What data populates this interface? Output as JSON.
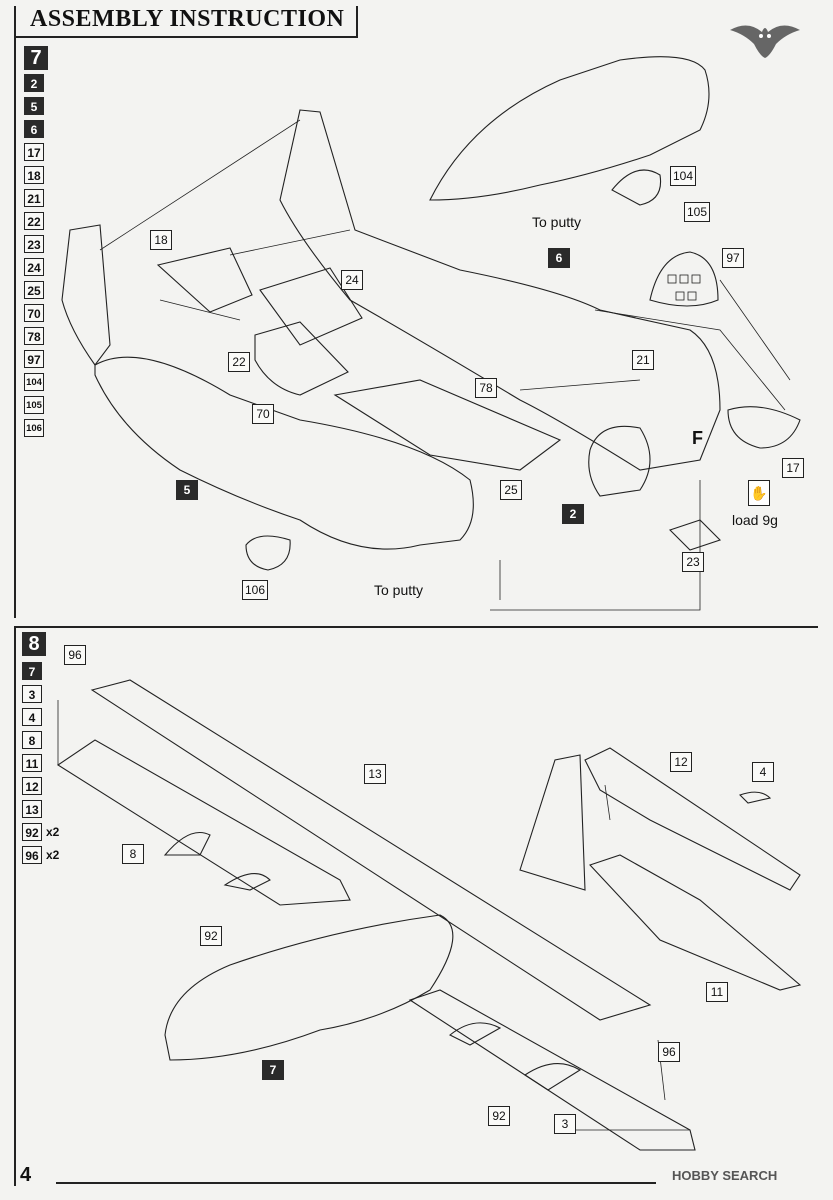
{
  "header": {
    "title": "ASSEMBLY INSTRUCTION"
  },
  "page_number": "4",
  "logo_text": "HOBBY SEARCH",
  "step7": {
    "number": "7",
    "parts_list": [
      {
        "label": "2",
        "dark": true
      },
      {
        "label": "5",
        "dark": true
      },
      {
        "label": "6",
        "dark": true
      },
      {
        "label": "17"
      },
      {
        "label": "18"
      },
      {
        "label": "21"
      },
      {
        "label": "22"
      },
      {
        "label": "23"
      },
      {
        "label": "24"
      },
      {
        "label": "25"
      },
      {
        "label": "70"
      },
      {
        "label": "78"
      },
      {
        "label": "97"
      },
      {
        "label": "104"
      },
      {
        "label": "105"
      },
      {
        "label": "106"
      }
    ],
    "callouts": {
      "c18": "18",
      "c24": "24",
      "c22": "22",
      "c70": "70",
      "c78": "78",
      "c6": "6",
      "c97": "97",
      "c104": "104",
      "c105": "105",
      "c21": "21",
      "c17": "17",
      "c5": "5",
      "c25": "25",
      "c2": "2",
      "c23": "23",
      "c106": "106"
    },
    "notes": {
      "putty_top": "To putty",
      "putty_bottom": "To putty",
      "load": "load 9g",
      "f_mark": "F"
    }
  },
  "step8": {
    "number": "8",
    "parts_list": [
      {
        "label": "7",
        "dark": true
      },
      {
        "label": "3"
      },
      {
        "label": "4"
      },
      {
        "label": "8"
      },
      {
        "label": "11"
      },
      {
        "label": "12"
      },
      {
        "label": "13"
      },
      {
        "label": "92",
        "suffix": "x2"
      },
      {
        "label": "96",
        "suffix": "x2"
      }
    ],
    "callouts": {
      "c96a": "96",
      "c13": "13",
      "c12": "12",
      "c4": "4",
      "c8": "8",
      "c92a": "92",
      "c11": "11",
      "c7": "7",
      "c96b": "96",
      "c92b": "92",
      "c3": "3"
    }
  }
}
